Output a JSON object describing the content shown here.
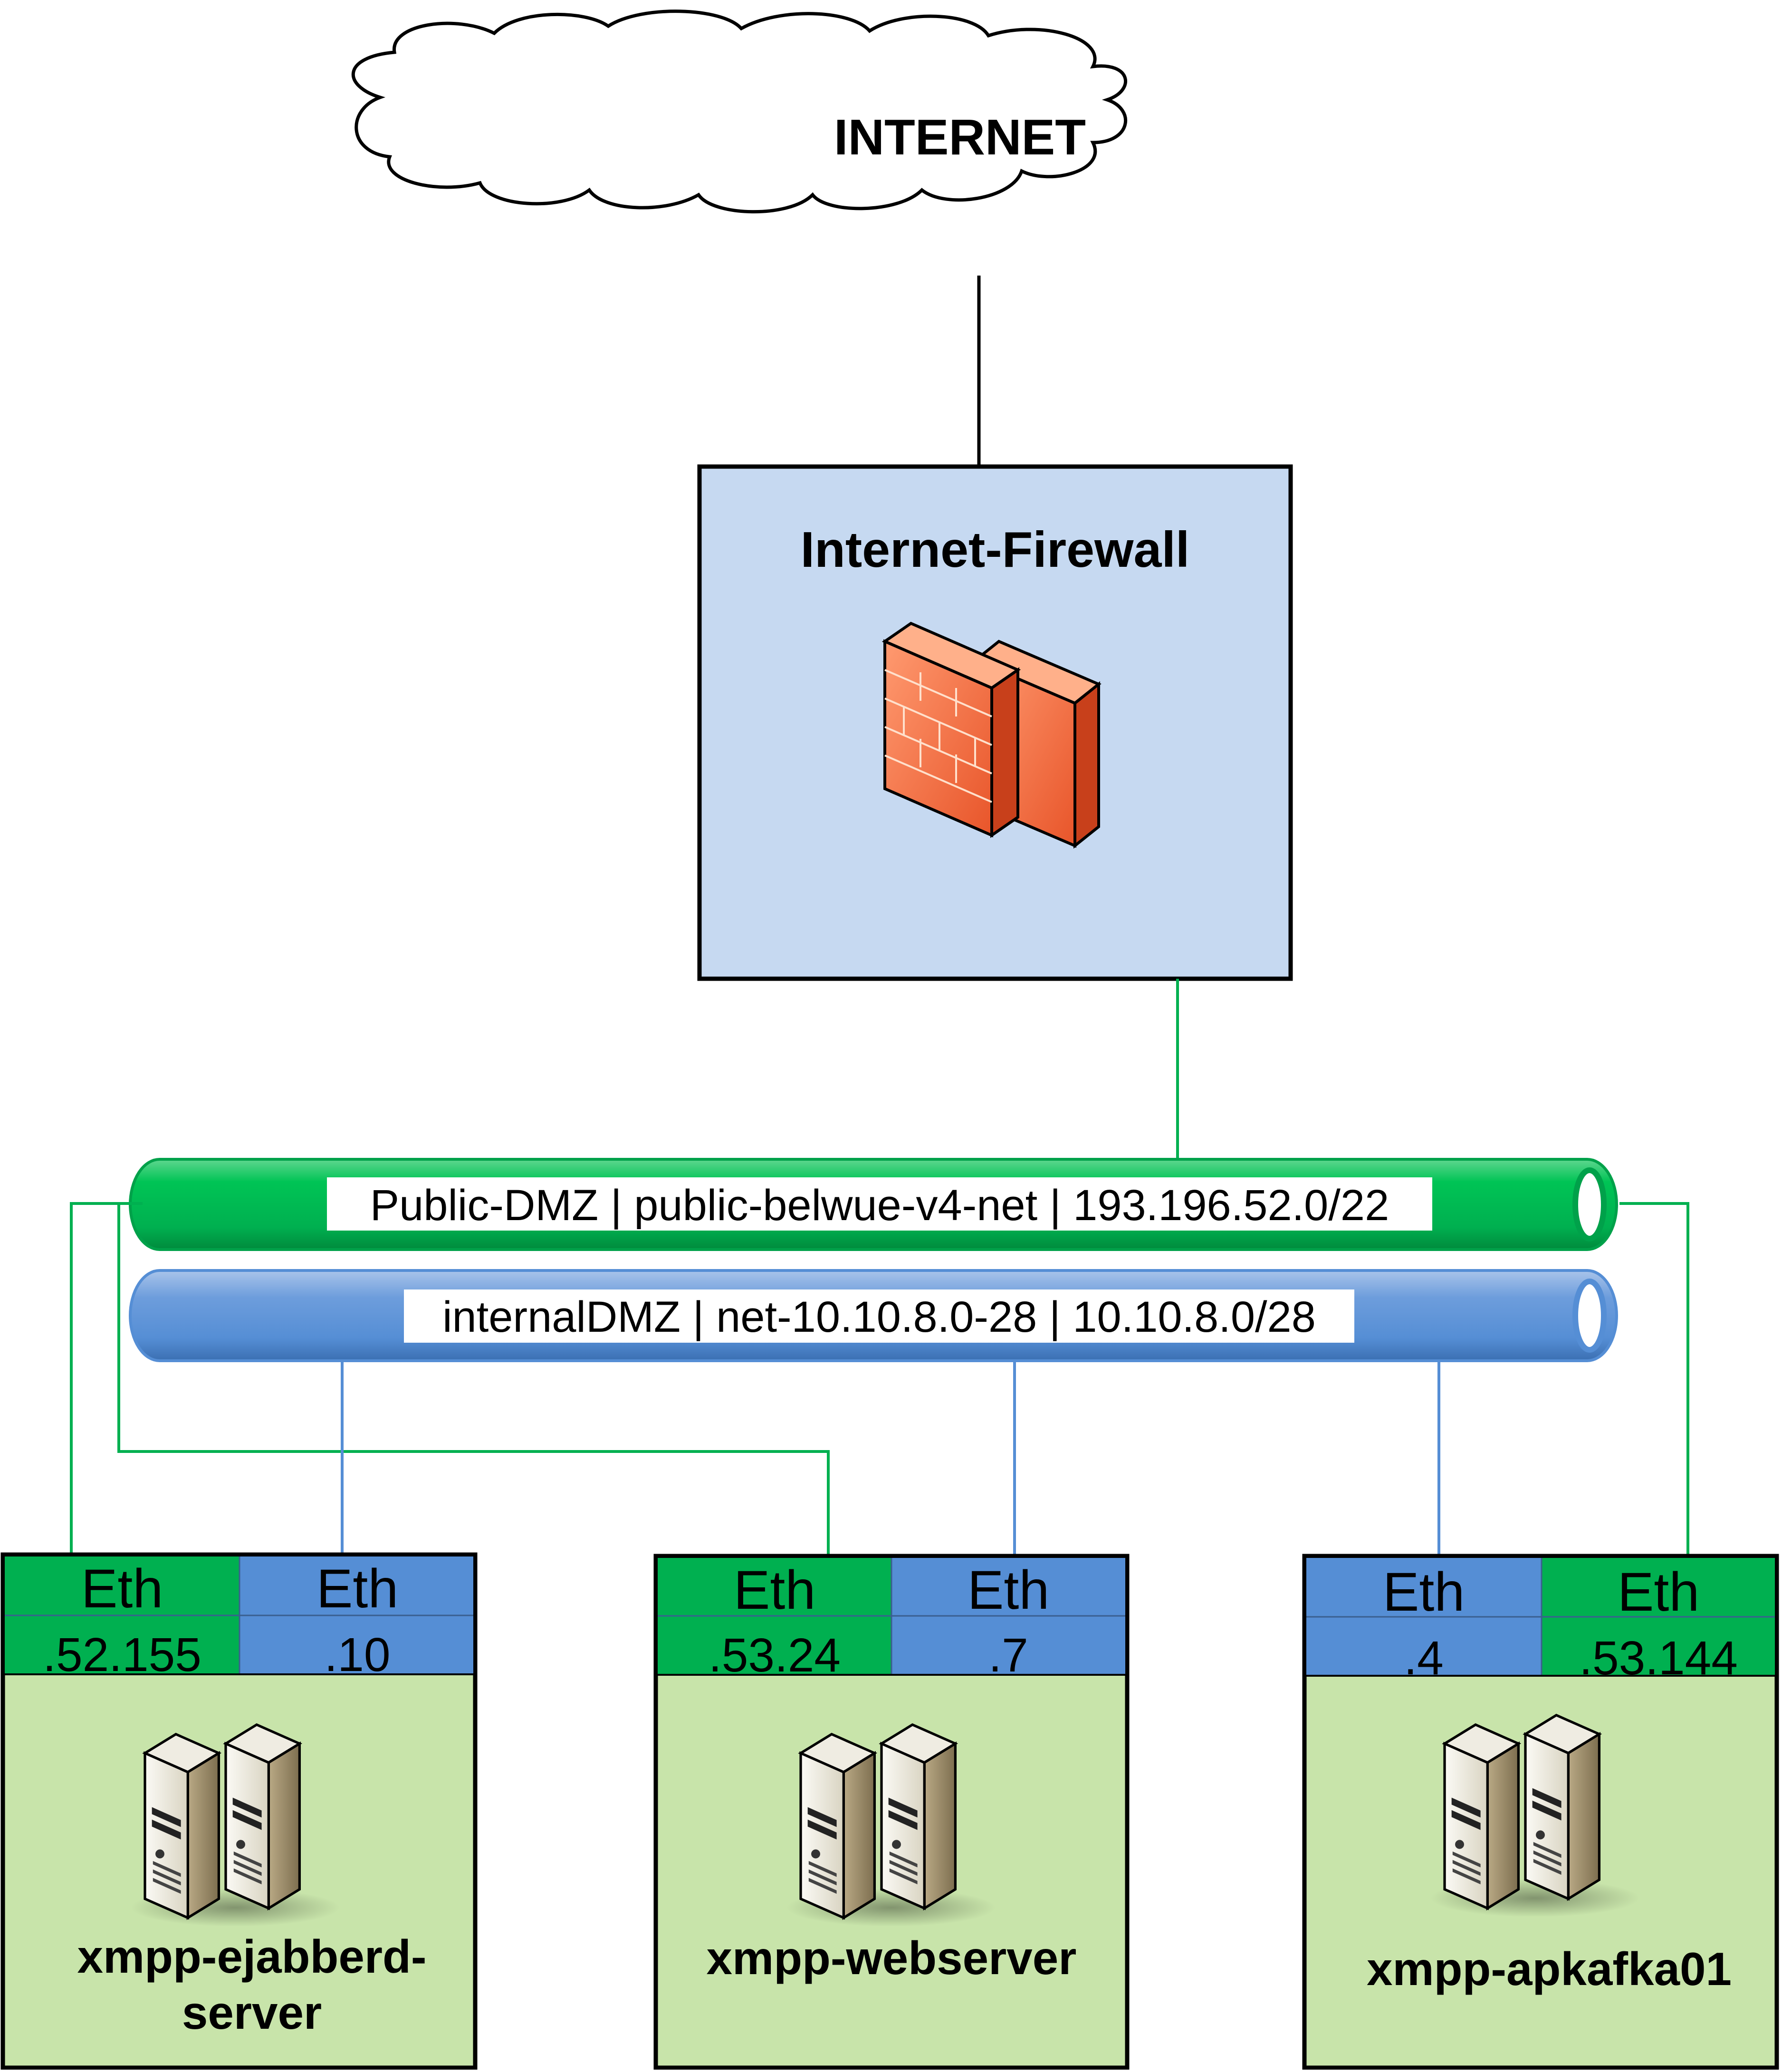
{
  "internet": {
    "label": "INTERNET"
  },
  "firewall": {
    "label": "Internet-Firewall"
  },
  "networks": {
    "public": {
      "label": "Public-DMZ | public-belwue-v4-net | 193.196.52.0/22"
    },
    "internal": {
      "label": "internalDMZ | net-10.10.8.0-28 | 10.10.8.0/28"
    }
  },
  "servers": [
    {
      "name_lines": [
        "xmpp-ejabberd-",
        "server"
      ],
      "ports": [
        {
          "label": "Eth",
          "ip": ".52.155",
          "network": "public"
        },
        {
          "label": "Eth",
          "ip": ".10",
          "network": "internal"
        }
      ]
    },
    {
      "name_lines": [
        "xmpp-webserver"
      ],
      "ports": [
        {
          "label": "Eth",
          "ip": ".53.24",
          "network": "public"
        },
        {
          "label": "Eth",
          "ip": ".7",
          "network": "internal"
        }
      ]
    },
    {
      "name_lines": [
        "xmpp-apkafka01"
      ],
      "ports": [
        {
          "label": "Eth",
          "ip": ".4",
          "network": "internal"
        },
        {
          "label": "Eth",
          "ip": ".53.144",
          "network": "public"
        }
      ]
    }
  ],
  "colors": {
    "public_green": "#00b050",
    "internal_blue": "#558ed5",
    "firewall_fill": "#c6d9f1",
    "server_fill": "#c8e4aa",
    "line": "#000000"
  }
}
